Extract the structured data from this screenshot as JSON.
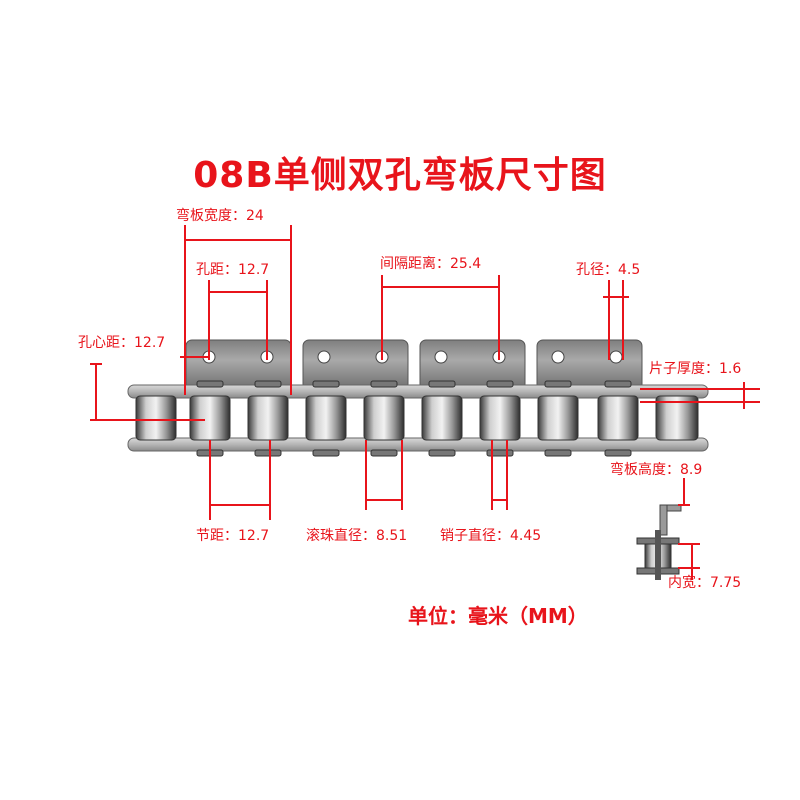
{
  "title": "08B单侧双孔弯板尺寸图",
  "labels": {
    "bend_plate_width": "弯板宽度：24",
    "hole_pitch": "孔距：12.7",
    "spacing": "间隔距离：25.4",
    "hole_diameter": "孔径：4.5",
    "hole_center": "孔心距：12.7",
    "plate_thickness": "片子厚度：1.6",
    "bend_plate_height": "弯板高度：8.9",
    "pitch": "节距：12.7",
    "roller_diameter": "滚珠直径：8.51",
    "pin_diameter": "销子直径：4.45",
    "inner_width": "内宽：7.75"
  },
  "unit_note": "单位：毫米（MM）",
  "colors": {
    "annotation": "#e8141b",
    "metal": "#b8b8b8"
  }
}
